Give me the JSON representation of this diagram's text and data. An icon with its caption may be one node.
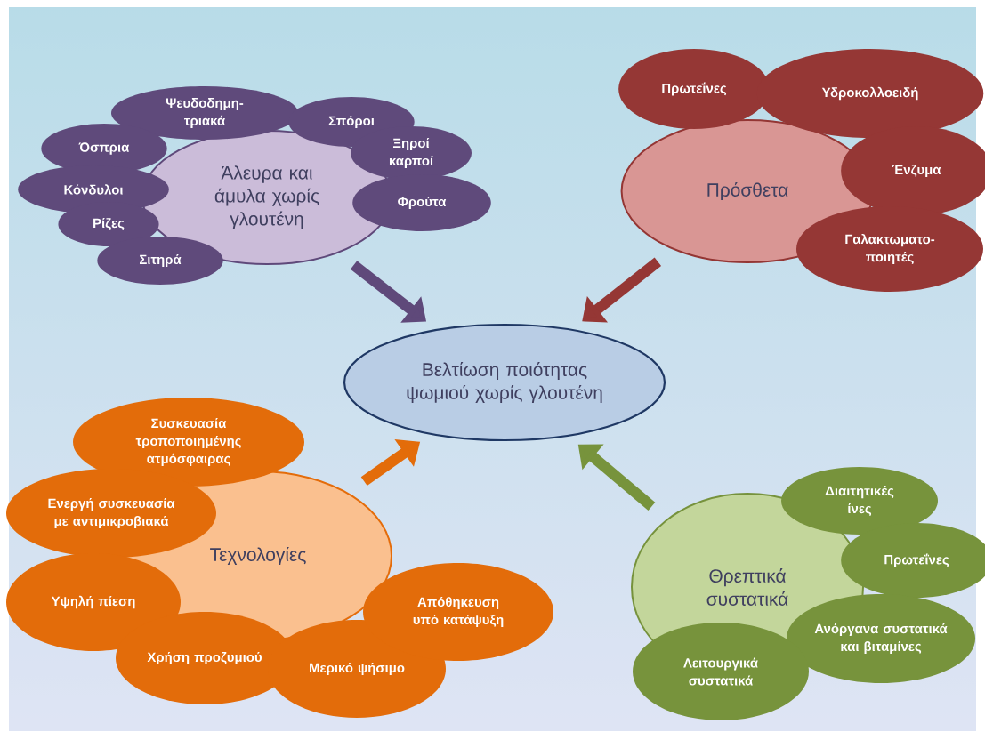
{
  "diagram": {
    "nodes": [
      {
        "text": [
          "Βελτίωση ποιότητας ψωμιού χωρίς γλουτένη"
        ]
      },
      {
        "text": [
          "Άλευρα και άμυλα χωρίς γλουτένη"
        ]
      },
      {
        "text": [
          "Ψευδοδημη- τριακά"
        ]
      },
      {
        "text": [
          "Σπόροι"
        ]
      },
      {
        "text": [
          "Όσπρια"
        ]
      },
      {
        "text": [
          "Ξηροί καρποί"
        ]
      },
      {
        "text": [
          "Κόνδυλοι"
        ]
      },
      {
        "text": [
          "Φρούτα"
        ]
      },
      {
        "text": [
          "Ρίζες"
        ]
      },
      {
        "text": [
          "Σιτηρά"
        ]
      },
      {
        "text": [
          "Πρόσθετα"
        ]
      },
      {
        "text": [
          "Πρωτεΐνες"
        ]
      },
      {
        "text": [
          "Υδροκολλοειδή"
        ]
      },
      {
        "text": [
          "Ένζυμα"
        ]
      },
      {
        "text": [
          "Γαλακτωματο- ποιητές"
        ]
      },
      {
        "text": [
          "Τεχνολογίες"
        ]
      },
      {
        "text": [
          "Συσκευασία τροποποιημένης ατμόσφαιρας"
        ]
      },
      {
        "text": [
          "Ενεργή συσκευασία με αντιμικροβιακά"
        ]
      },
      {
        "text": [
          "Υψηλή πίεση"
        ]
      },
      {
        "text": [
          "Χρήση προζυμιού"
        ]
      },
      {
        "text": [
          "Μερικό ψήσιμο"
        ]
      },
      {
        "text": [
          "Απόθηκευση υπό κατάψυξη"
        ]
      },
      {
        "text": [
          "Θρεπτικά συστατικά"
        ]
      },
      {
        "text": [
          "Διαιτητικές ίνες"
        ]
      },
      {
        "text": [
          "Πρωτεΐνες"
        ]
      },
      {
        "text": [
          "Ανόργανα συστατικά και βιταμίνες"
        ]
      },
      {
        "text": [
          "Λειτουργικά συστατικά"
        ]
      }
    ],
    "edges": [
      {
        "from": 1,
        "to": 0,
        "arrow": "to",
        "color": "#5f497a"
      },
      {
        "from": 10,
        "to": 0,
        "arrow": "to",
        "color": "#953735"
      },
      {
        "from": 15,
        "to": 0,
        "arrow": "to",
        "color": "#e36c0a"
      },
      {
        "from": 22,
        "to": 0,
        "arrow": "to",
        "color": "#77933c"
      }
    ]
  }
}
